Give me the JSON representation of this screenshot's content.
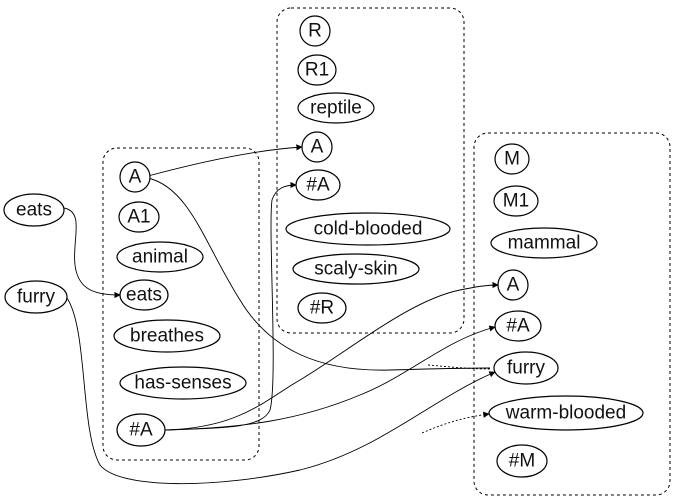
{
  "clusters": {
    "reptile": [
      "R",
      "R1",
      "reptile",
      "A",
      "#A",
      "cold-blooded",
      "scaly-skin",
      "#R"
    ],
    "animal": [
      "A",
      "A1",
      "animal",
      "eats",
      "breathes",
      "has-senses",
      "#A"
    ],
    "mammal": [
      "M",
      "M1",
      "mammal",
      "A",
      "#A",
      "furry",
      "warm-blooded",
      "#M"
    ]
  },
  "outside": [
    "eats",
    "furry"
  ]
}
